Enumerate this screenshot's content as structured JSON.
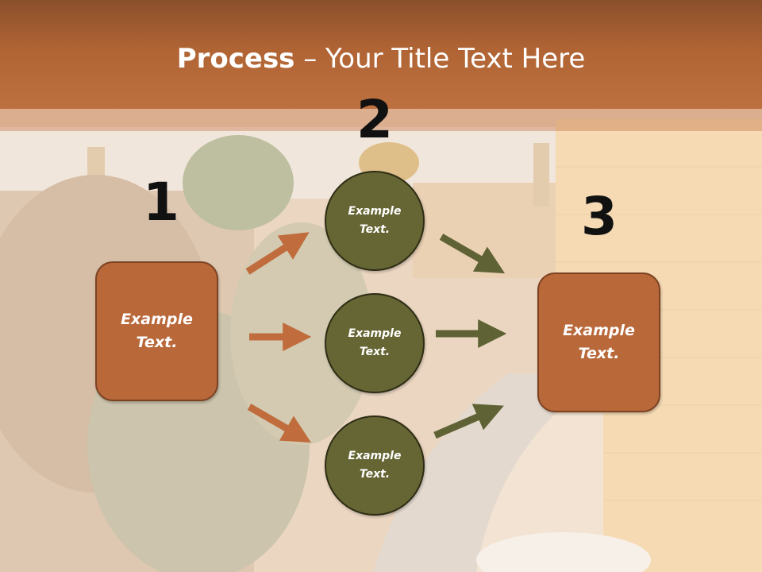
{
  "title": {
    "bold": "Process",
    "rest": " – Your Title Text Here"
  },
  "steps": {
    "one": "1",
    "two": "2",
    "three": "3"
  },
  "boxes": {
    "left": {
      "line1": "Example",
      "line2": "Text."
    },
    "right": {
      "line1": "Example",
      "line2": "Text."
    }
  },
  "circles": [
    {
      "line1": "Example",
      "line2": "Text."
    },
    {
      "line1": "Example",
      "line2": "Text."
    },
    {
      "line1": "Example",
      "line2": "Text."
    }
  ],
  "colors": {
    "title_bar": "#b06434",
    "box_fill": "#b9683a",
    "circle_fill": "#666534",
    "arrow_orange": "#c06c3c",
    "arrow_olive": "#5f6234"
  }
}
